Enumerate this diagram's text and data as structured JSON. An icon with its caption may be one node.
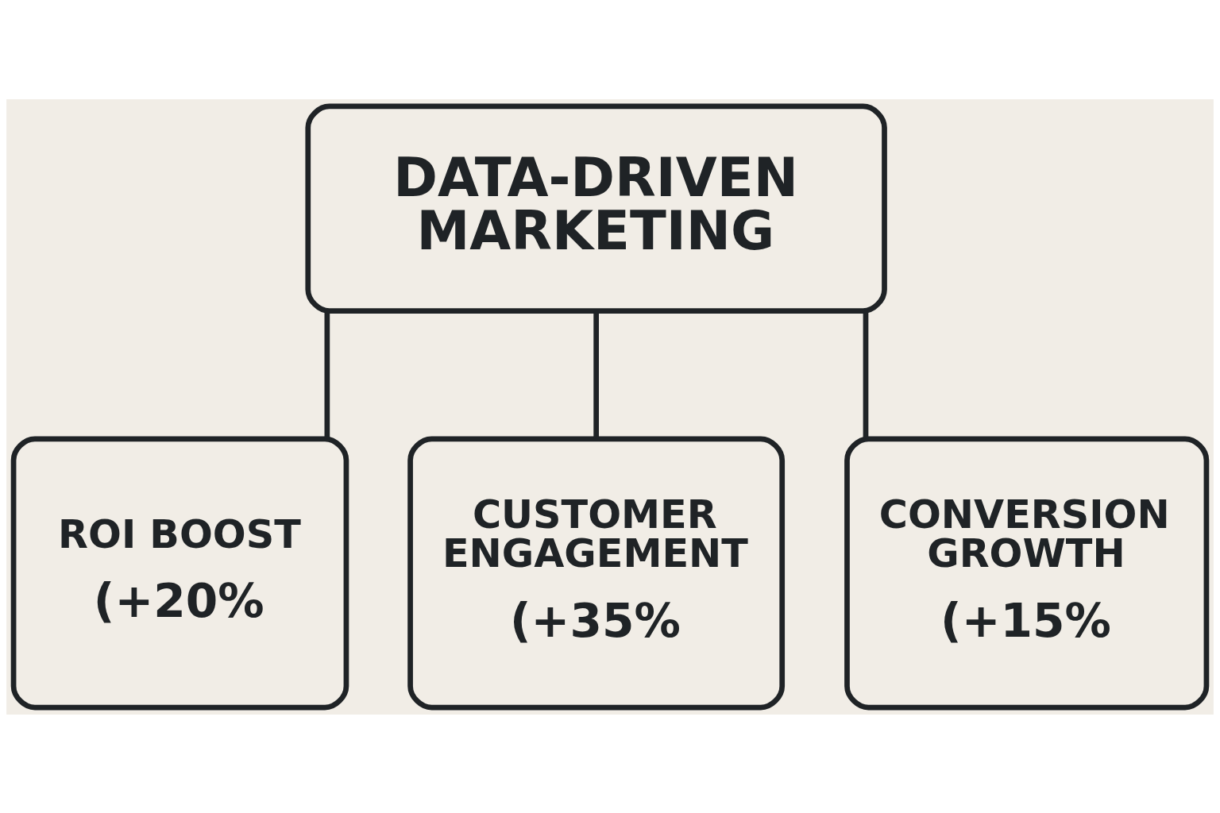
{
  "diagram": {
    "nodes": [
      {
        "text": [
          "DATA-DRIVEN MARKETING"
        ]
      },
      {
        "text": [
          "ROI BOOST",
          "(+20%"
        ]
      },
      {
        "text": [
          "CUSTOMER ENGAGEMENT",
          "(+35%"
        ]
      },
      {
        "text": [
          "CONVERSION GROWTH",
          "(+15%"
        ]
      }
    ],
    "edges": [
      {
        "from": 0,
        "to": 1,
        "arrow": "none"
      },
      {
        "from": 0,
        "to": 2,
        "arrow": "none"
      },
      {
        "from": 0,
        "to": 3,
        "arrow": "none"
      }
    ]
  }
}
